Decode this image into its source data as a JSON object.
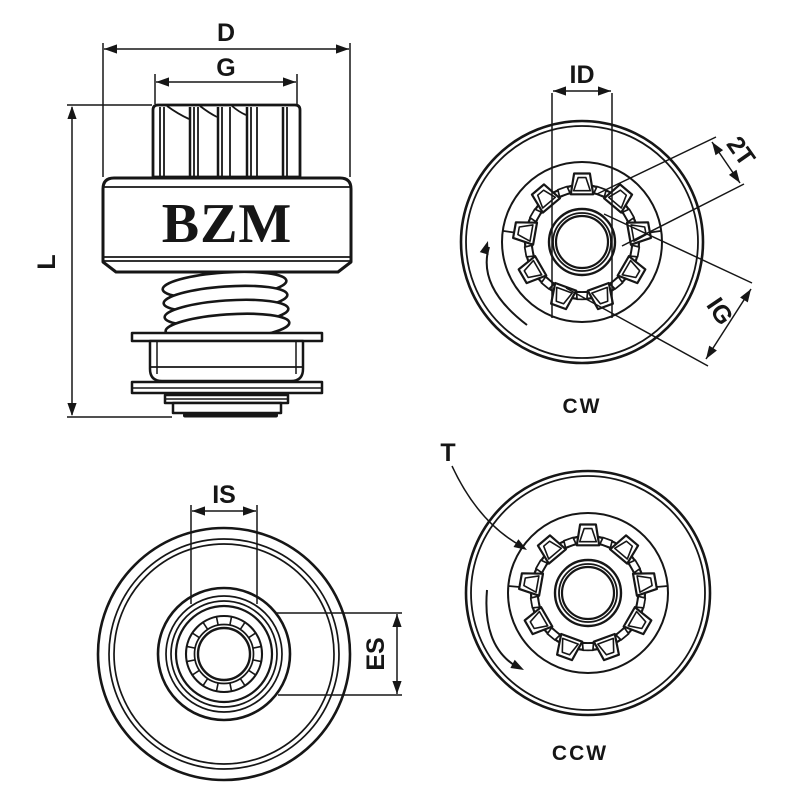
{
  "drawing": {
    "brand": "BZM",
    "background": "#ffffff",
    "line_color": "#161616",
    "views": [
      {
        "id": "side",
        "labels": {
          "outer_diameter": "D",
          "gear_width": "G",
          "total_length": "L"
        }
      },
      {
        "id": "front-cw",
        "labels": {
          "inner_diameter": "ID",
          "two_teeth": "2T",
          "internal_gear": "IG",
          "rotation": "CW"
        }
      },
      {
        "id": "rear",
        "labels": {
          "internal_spline": "IS",
          "external_spline": "ES"
        }
      },
      {
        "id": "front-ccw",
        "labels": {
          "tooth": "T",
          "rotation": "CCW"
        }
      }
    ]
  }
}
